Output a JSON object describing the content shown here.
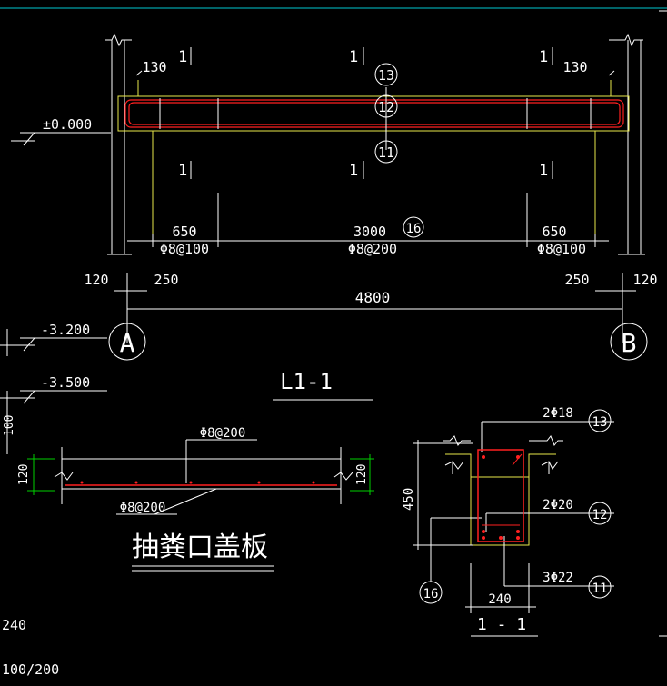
{
  "colors": {
    "bg": "#000000",
    "white": "#ffffff",
    "yellow": "#e8e84a",
    "red": "#ff2020",
    "green": "#00d000",
    "cyan": "#00c8d0"
  },
  "beam": {
    "top_dim_left": "130",
    "top_dim_right": "130",
    "cut_marks": [
      "1",
      "1",
      "1",
      "1",
      "1",
      "1"
    ],
    "bubbles": [
      "13",
      "12",
      "11",
      "16"
    ],
    "level_zero": "±0.000",
    "seg_left": "650",
    "seg_mid": "3000",
    "seg_right": "650",
    "bar_left": "Φ8@100",
    "bar_mid": "Φ8@200",
    "bar_right": "Φ8@100",
    "dim_120_left": "120",
    "dim_250_left": "250",
    "dim_250_right": "250",
    "dim_120_right": "120",
    "total": "4800",
    "axis_a": "A",
    "axis_b": "B"
  },
  "levels": {
    "l1": "-3.200",
    "l2": "-3.500",
    "side_100": "100",
    "side_240": "240",
    "side_100_200": "100/200"
  },
  "section_title": "L1-1",
  "slab": {
    "top_bar": "Φ8@200",
    "bot_bar": "Φ8@200",
    "thick_left": "120",
    "thick_right": "120",
    "title": "抽粪口盖板"
  },
  "section": {
    "top_bar": "2Φ18",
    "bot_bar1": "2Φ20",
    "bot_bar2": "3Φ22",
    "height": "450",
    "width": "240",
    "b13": "13",
    "b12": "12",
    "b11": "11",
    "b16": "16",
    "title": "1 - 1"
  }
}
